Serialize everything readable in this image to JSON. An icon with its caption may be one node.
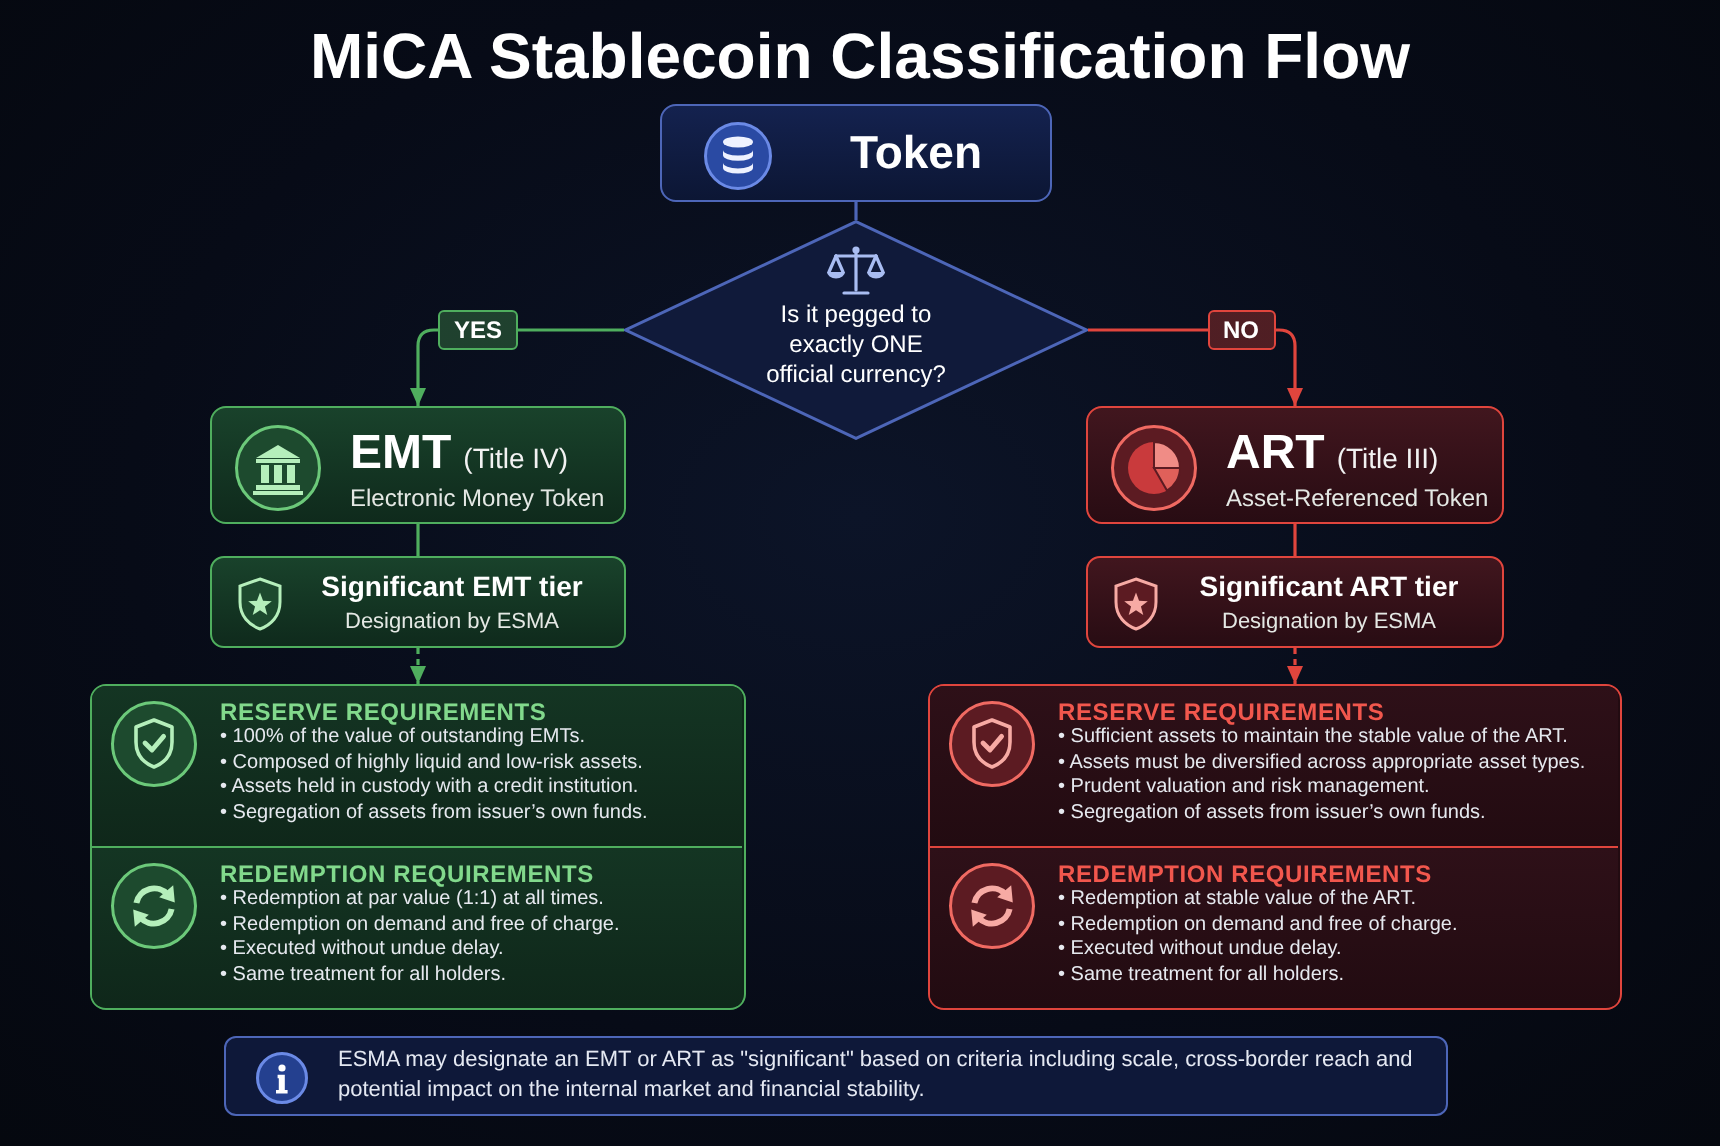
{
  "diagram": {
    "title": "MiCA Stablecoin Classification Flow",
    "nodes": [
      {
        "text": [
          "Token"
        ]
      },
      {
        "text": [
          "Is it pegged to exactly ONE official currency?"
        ]
      },
      {
        "text": [
          "EMT",
          "(Title IV)",
          "Electronic Money Token"
        ]
      },
      {
        "text": [
          "Significant EMT tier",
          "Designation by ESMA"
        ]
      },
      {
        "text": [],
        "shape": "box"
      },
      {
        "text": [
          "RESERVE REQUIREMENTS",
          "• 100% of the value of outstanding EMTs.",
          "• Composed of highly liquid and low-risk assets.",
          "• Assets held in custody with a credit institution.",
          "• Segregation of assets from issuer’s own funds."
        ],
        "in": 4
      },
      {
        "text": [
          "REDEMPTION REQUIREMENTS",
          "• Redemption at par value (1:1) at all times.",
          "• Redemption on demand and free of charge.",
          "• Executed without undue delay.",
          "• Same treatment for all holders."
        ],
        "in": 4
      },
      {
        "text": [
          "ART",
          "(Title III)",
          "Asset-Referenced Token"
        ]
      },
      {
        "text": [
          "Significant ART tier",
          "Designation by ESMA"
        ]
      },
      {
        "text": [],
        "shape": "box"
      },
      {
        "text": [
          "RESERVE REQUIREMENTS",
          "• Sufficient assets to maintain the stable value of the ART.",
          "• Assets must be diversified across appropriate asset types.",
          "• Prudent valuation and risk management.",
          "• Segregation of assets from issuer’s own funds."
        ],
        "in": 9
      },
      {
        "text": [
          "REDEMPTION REQUIREMENTS",
          "• Redemption at stable value of the ART.",
          "• Redemption on demand and free of charge.",
          "• Executed without undue delay.",
          "• Same treatment for all holders."
        ],
        "in": 9
      },
      {
        "text": [
          "ESMA may designate an EMT or ART as \"significant\" based on criteria including scale, cross-border reach and potential impact on the internal market and financial stability."
        ]
      }
    ],
    "edges": [
      {
        "from": 0,
        "to": 1,
        "arrow": "none"
      },
      {
        "from": 1,
        "to": 2,
        "arrow": "to",
        "label": "YES",
        "color": "#4fae5e"
      },
      {
        "from": 2,
        "to": 3,
        "arrow": "none",
        "color": "#4fae5e"
      },
      {
        "from": 3,
        "to": 4,
        "arrow": "to",
        "style": "dashed",
        "color": "#4fae5e"
      },
      {
        "from": 1,
        "to": 7,
        "arrow": "to",
        "label": "NO",
        "color": "#e0453d"
      },
      {
        "from": 7,
        "to": 8,
        "arrow": "none",
        "color": "#e0453d"
      },
      {
        "from": 8,
        "to": 9,
        "arrow": "to",
        "style": "dashed",
        "color": "#e0453d"
      }
    ]
  }
}
